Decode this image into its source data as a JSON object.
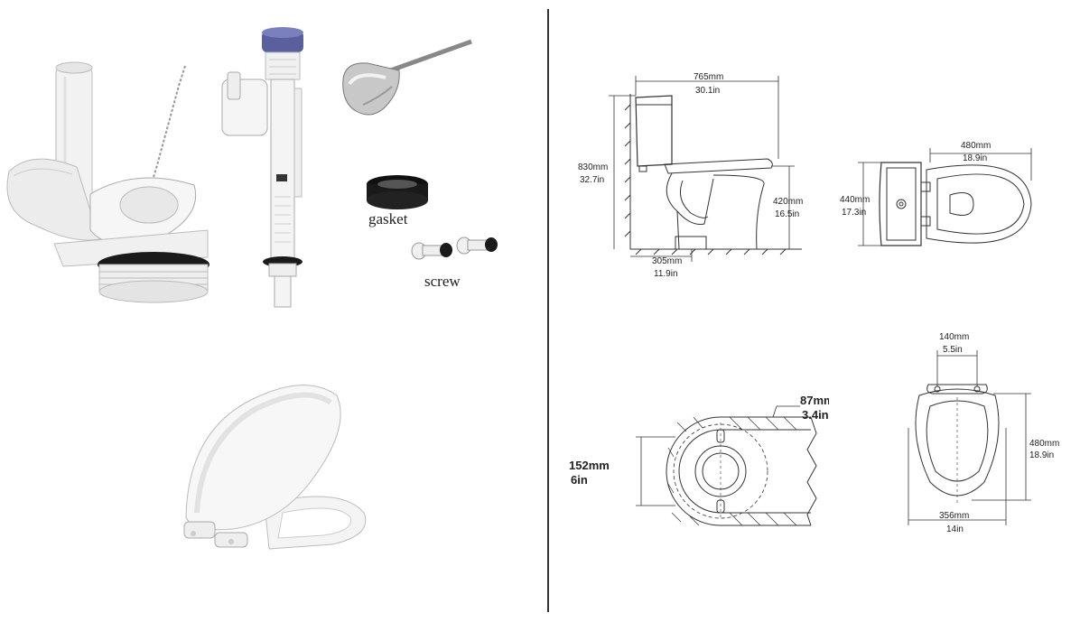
{
  "left_panel": {
    "labels": {
      "gasket": "gasket",
      "screw": "screw"
    }
  },
  "right_panel": {
    "side_view": {
      "length_mm": "765mm",
      "length_in": "30.1in",
      "height_mm": "830mm",
      "height_in": "32.7in",
      "seat_height_mm": "420mm",
      "seat_height_in": "16.5in",
      "rough_in_mm": "305mm",
      "rough_in_in": "11.9in"
    },
    "top_view": {
      "bowl_length_mm": "480mm",
      "bowl_length_in": "18.9in",
      "tank_width_mm": "440mm",
      "tank_width_in": "17.3in"
    },
    "outlet_view": {
      "wall_mm": "87mm",
      "wall_in": "3.4in",
      "diameter_mm": "152mm",
      "diameter_in": "6in"
    },
    "seat_view": {
      "hinge_spacing_mm": "140mm",
      "hinge_spacing_in": "5.5in",
      "seat_length_mm": "480mm",
      "seat_length_in": "18.9in",
      "seat_width_mm": "356mm",
      "seat_width_in": "14in"
    }
  },
  "colors": {
    "line": "#333333",
    "cap_blue": "#5a5f9e",
    "part_white": "#f4f4f4",
    "seal_black": "#1a1a1a"
  }
}
